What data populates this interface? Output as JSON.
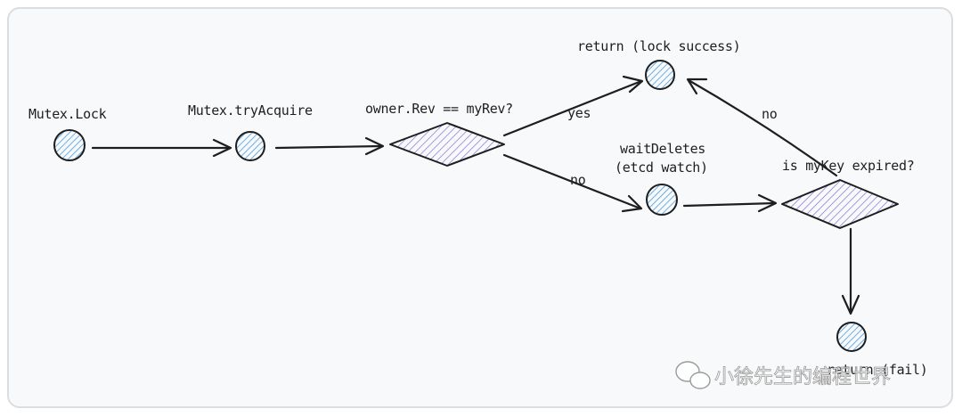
{
  "nodes": {
    "mutex_lock": "Mutex.Lock",
    "try_acquire": "Mutex.tryAcquire",
    "rev_check": "owner.Rev == myRev?",
    "return_success": "return (lock success)",
    "wait_deletes_1": "waitDeletes",
    "wait_deletes_2": "(etcd watch)",
    "key_expired": "is myKey expired?",
    "return_fail": "return (fail)"
  },
  "edges": {
    "yes": "yes",
    "no_to_wait": "no",
    "no_to_success": "no"
  },
  "watermark": "小徐先生的编程世界",
  "colors": {
    "circle_fill": "#a5d8ff",
    "diamond_fill": "#d0bfff",
    "stroke": "#1e1e1e"
  }
}
